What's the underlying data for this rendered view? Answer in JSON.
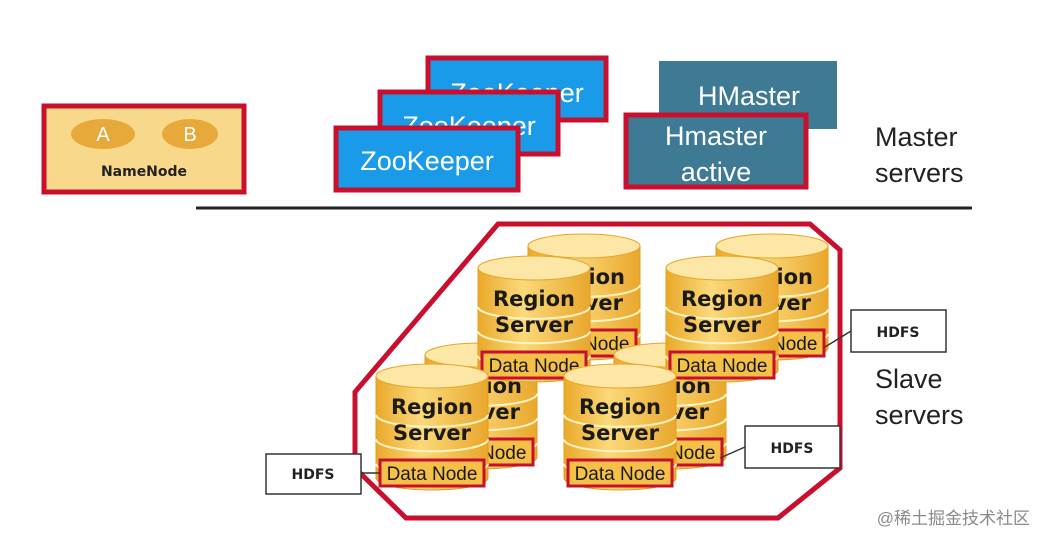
{
  "namenode": {
    "label": "NameNode",
    "node_a": "A",
    "node_b": "B"
  },
  "zookeepers": [
    "ZooKeeper",
    "ZooKeeper",
    "ZooKeeper"
  ],
  "hmaster_standby": "HMaster",
  "hmaster_active": {
    "line1": "Hmaster",
    "line2": "active"
  },
  "tier_labels": {
    "master": {
      "line1": "Master",
      "line2": "servers"
    },
    "slave": {
      "line1": "Slave",
      "line2": "servers"
    }
  },
  "region_server": {
    "line1": "Region",
    "line2": "Server"
  },
  "data_node_label": "Data Node",
  "hdfs_callouts": [
    "HDFS",
    "HDFS",
    "HDFS"
  ],
  "watermark": "@稀土掘金技术社区",
  "colors": {
    "border_red": "#c8102e",
    "namenode_fill": "#f8d98c",
    "oval_fill": "#e7a93a",
    "zookeeper_blue": "#1a9bea",
    "hmaster_teal": "#3e7a93",
    "cylinder_gold": "#f5c048",
    "cylinder_light": "#fbdb82",
    "cylinder_dark": "#e7a628"
  }
}
